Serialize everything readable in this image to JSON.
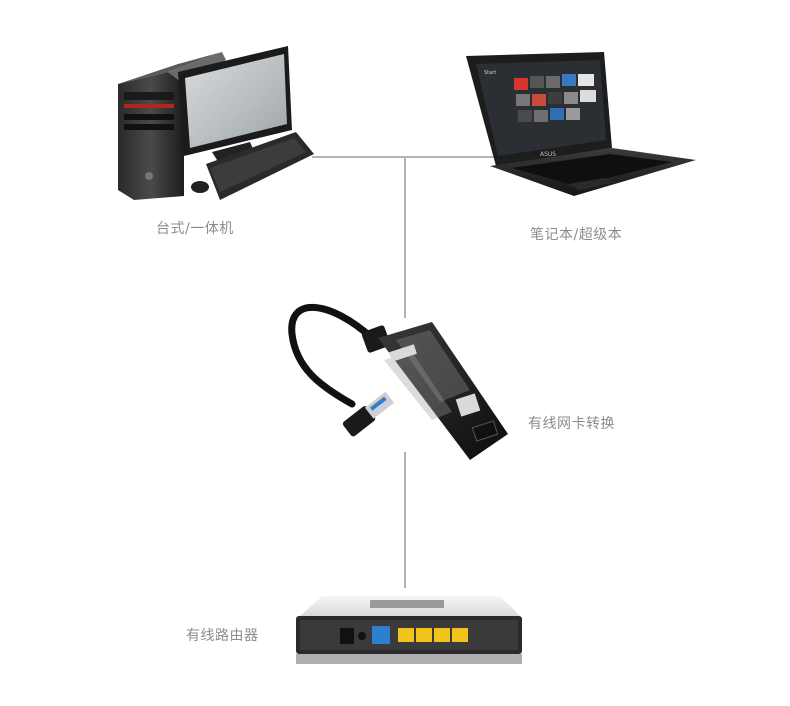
{
  "labels": {
    "desktop": "台式/一体机",
    "laptop": "笔记本/超级本",
    "adapter": "有线网卡转换",
    "router": "有线路由器"
  },
  "laptop_screen": {
    "start_text": "Start",
    "brand_text": "ASUS"
  },
  "colors": {
    "connector_line": "#b3b3b3",
    "label_text": "#8c8c8c",
    "usb_blue": "#2f7fd1",
    "lan_port_yellow": "#f2c31b"
  }
}
